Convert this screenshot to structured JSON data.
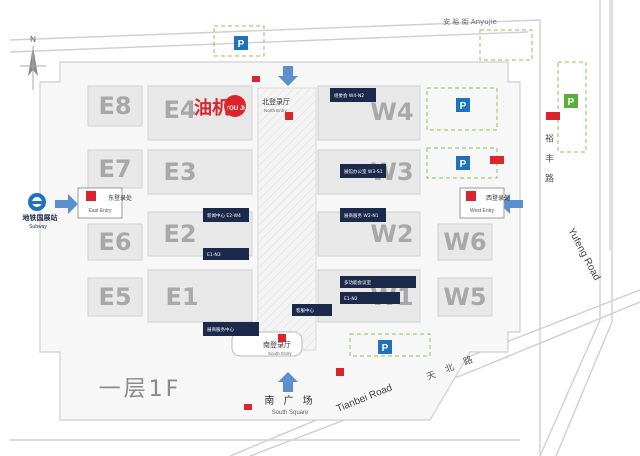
{
  "roads": {
    "anyujie": "安 裕 街 Anyujie",
    "yufeng_cn": "裕 丰 路",
    "yufeng_en": "Yufeng Road",
    "tianbei_cn": "天 北 路",
    "tianbei_en": "Tianbei Road"
  },
  "halls": {
    "E1": "E1",
    "E2": "E2",
    "E3": "E3",
    "E4": "E4",
    "E5": "E5",
    "E6": "E6",
    "E7": "E7",
    "E8": "E8",
    "W1": "W1",
    "W2": "W2",
    "W3": "W3",
    "W4": "W4",
    "W5": "W5",
    "W6": "W6"
  },
  "north": "N",
  "floor_label": "一层1F",
  "parking_label": "P",
  "subway": {
    "cn": "地铁国展站",
    "en": "Subway"
  },
  "entries": {
    "north_cn": "北登录厅",
    "north_en": "North Entry",
    "south_cn": "南登录厅",
    "south_en": "South Entry",
    "east_cn": "东登录处",
    "east_en": "East Entry",
    "west_cn": "西登录处",
    "west_en": "West Entry"
  },
  "south_square": {
    "cn": "南 广 场",
    "en": "South Square"
  },
  "logo": {
    "text": "油机",
    "badge": "YOU JI"
  },
  "notes": {
    "n1": "组委会 W4-N2",
    "n2": "展馆办公室 W3-S1",
    "n3": "展商服务 W2-N1",
    "n4": "E1-N3",
    "n5": "E1-N2",
    "n6": "新闻中心 E2-W4",
    "n7": "展商服务中心",
    "n8": "客服中心",
    "n9": "多功能会议室"
  },
  "colors": {
    "blue": "#1E73BE",
    "navy": "#1B2A4A",
    "red": "#D9252B",
    "green": "#5BAE3C",
    "hall_fill": "#E8E8E8",
    "hall_text": "#A8A8A8"
  }
}
